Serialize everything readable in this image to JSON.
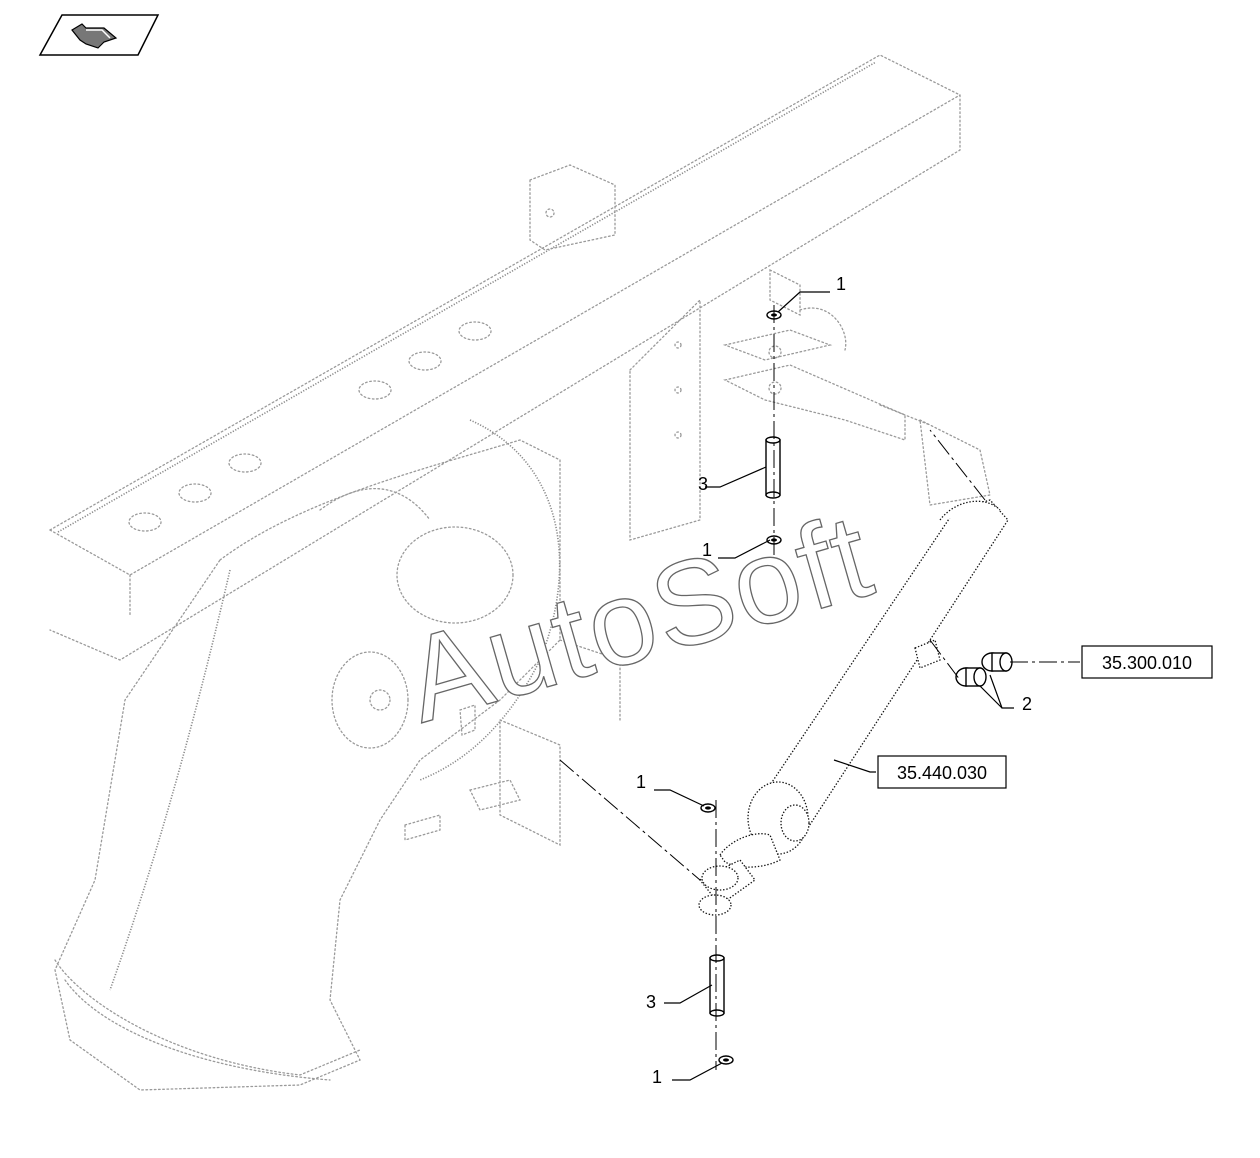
{
  "watermark": "AutoSoft",
  "callouts": {
    "c1_top": "1",
    "c3_top": "3",
    "c1_mid": "1",
    "c2": "2",
    "c1_low": "1",
    "c3_low": "3",
    "c1_bottom": "1"
  },
  "references": {
    "ref_fittings": "35.300.010",
    "ref_cylinder": "35.440.030"
  },
  "icons": {
    "nav_badge": "previous-view-arrow-icon"
  }
}
